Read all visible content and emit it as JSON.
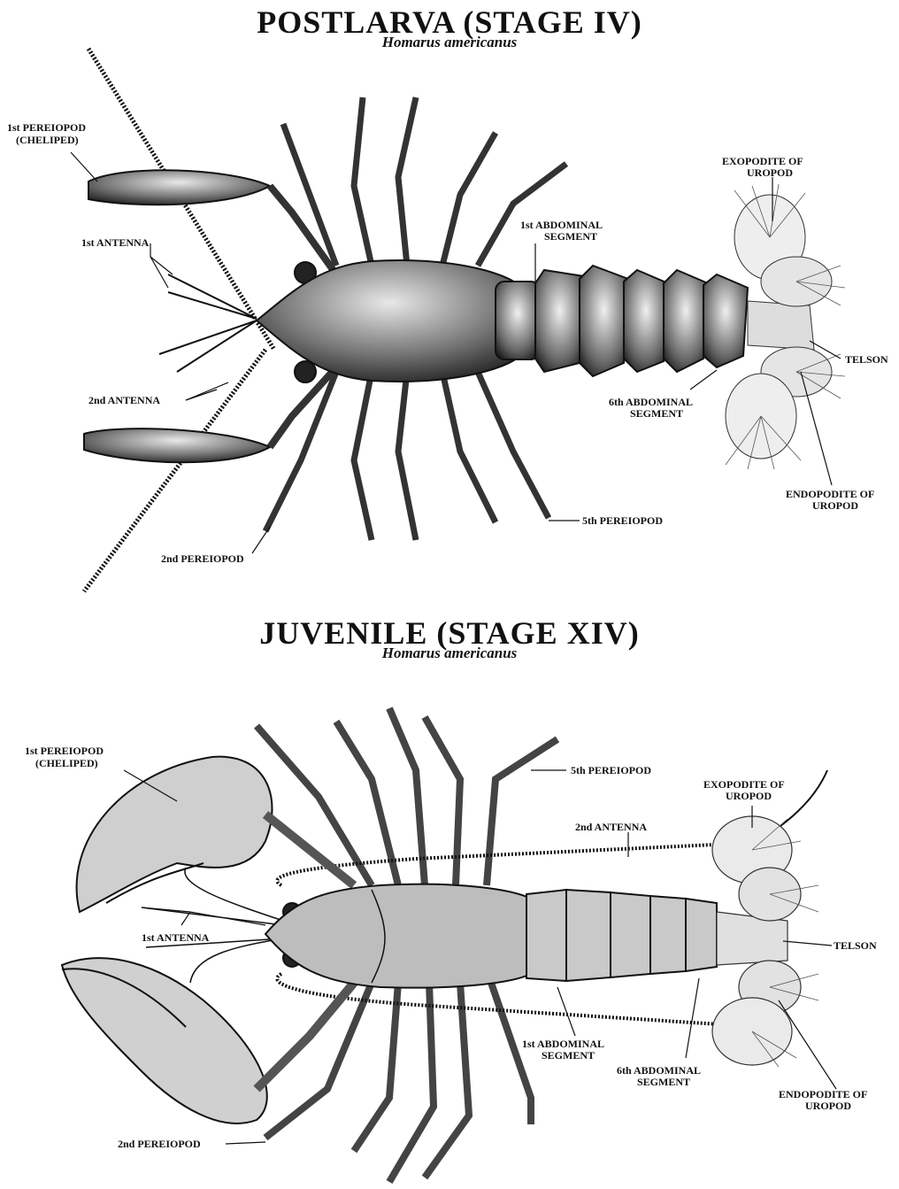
{
  "postlarva": {
    "title": "POSTLARVA (STAGE IV)",
    "species": "Homarus americanus",
    "labels": {
      "cheliped_1": "1st PEREIOPOD",
      "cheliped_2": "(CHELIPED)",
      "antenna1": "1st ANTENNA",
      "antenna2": "2nd ANTENNA",
      "pereiopod2": "2nd PEREIOPOD",
      "abd1_1": "1st ABDOMINAL",
      "abd1_2": "SEGMENT",
      "exo_1": "EXOPODITE OF",
      "exo_2": "UROPOD",
      "telson": "TELSON",
      "abd6_1": "6th ABDOMINAL",
      "abd6_2": "SEGMENT",
      "endo_1": "ENDOPODITE OF",
      "endo_2": "UROPOD",
      "pereiopod5": "5th PEREIOPOD"
    }
  },
  "juvenile": {
    "title": "JUVENILE (STAGE XIV)",
    "species": "Homarus americanus",
    "labels": {
      "cheliped_1": "1st PEREIOPOD",
      "cheliped_2": "(CHELIPED)",
      "pereiopod5": "5th PEREIOPOD",
      "exo_1": "EXOPODITE OF",
      "exo_2": "UROPOD",
      "antenna2": "2nd ANTENNA",
      "antenna1": "1st ANTENNA",
      "telson": "TELSON",
      "abd1_1": "1st ABDOMINAL",
      "abd1_2": "SEGMENT",
      "abd6_1": "6th ABDOMINAL",
      "abd6_2": "SEGMENT",
      "endo_1": "ENDOPODITE OF",
      "endo_2": "UROPOD",
      "pereiopod2": "2nd PEREIOPOD"
    }
  }
}
